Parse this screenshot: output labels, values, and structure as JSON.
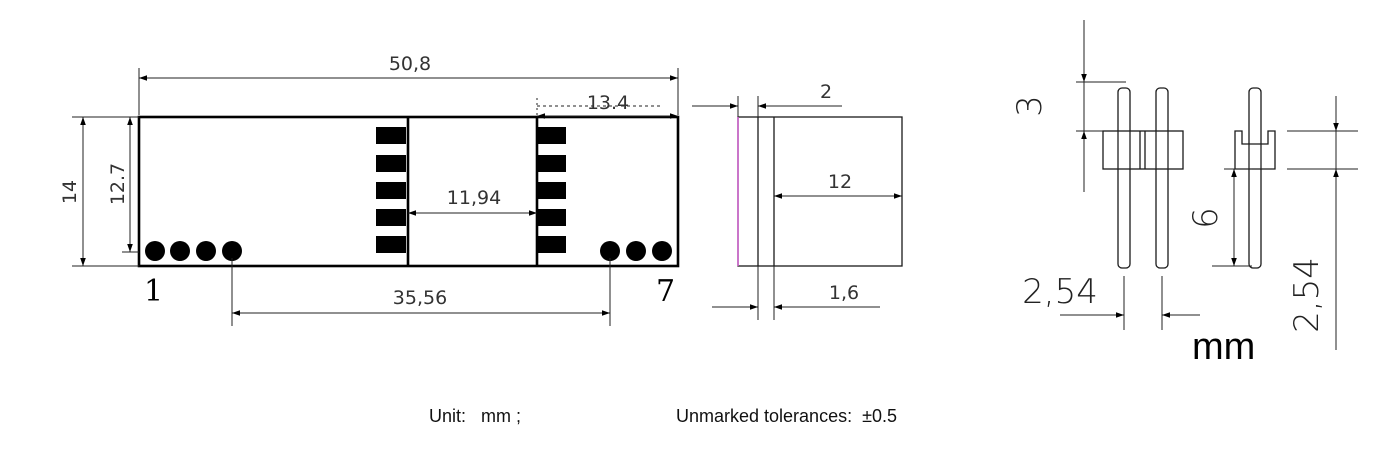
{
  "drawing": {
    "dims": {
      "total_length": "50,8",
      "right_section": "13.4",
      "height_outer": "14",
      "height_inner": "12.7",
      "middle_gap": "11,94",
      "pin_span": "35,56",
      "side_top": "2",
      "side_width": "12",
      "side_bottom": "1,6",
      "header_top": "3",
      "header_mid": "6",
      "pitch_left": "2,54",
      "pitch_right": "2,54"
    },
    "pins": {
      "first": "1",
      "last": "7"
    },
    "unit_label": "mm"
  },
  "notes": {
    "unit": "Unit:   mm ;",
    "tolerance": "Unmarked tolerances:  ±0.5"
  }
}
